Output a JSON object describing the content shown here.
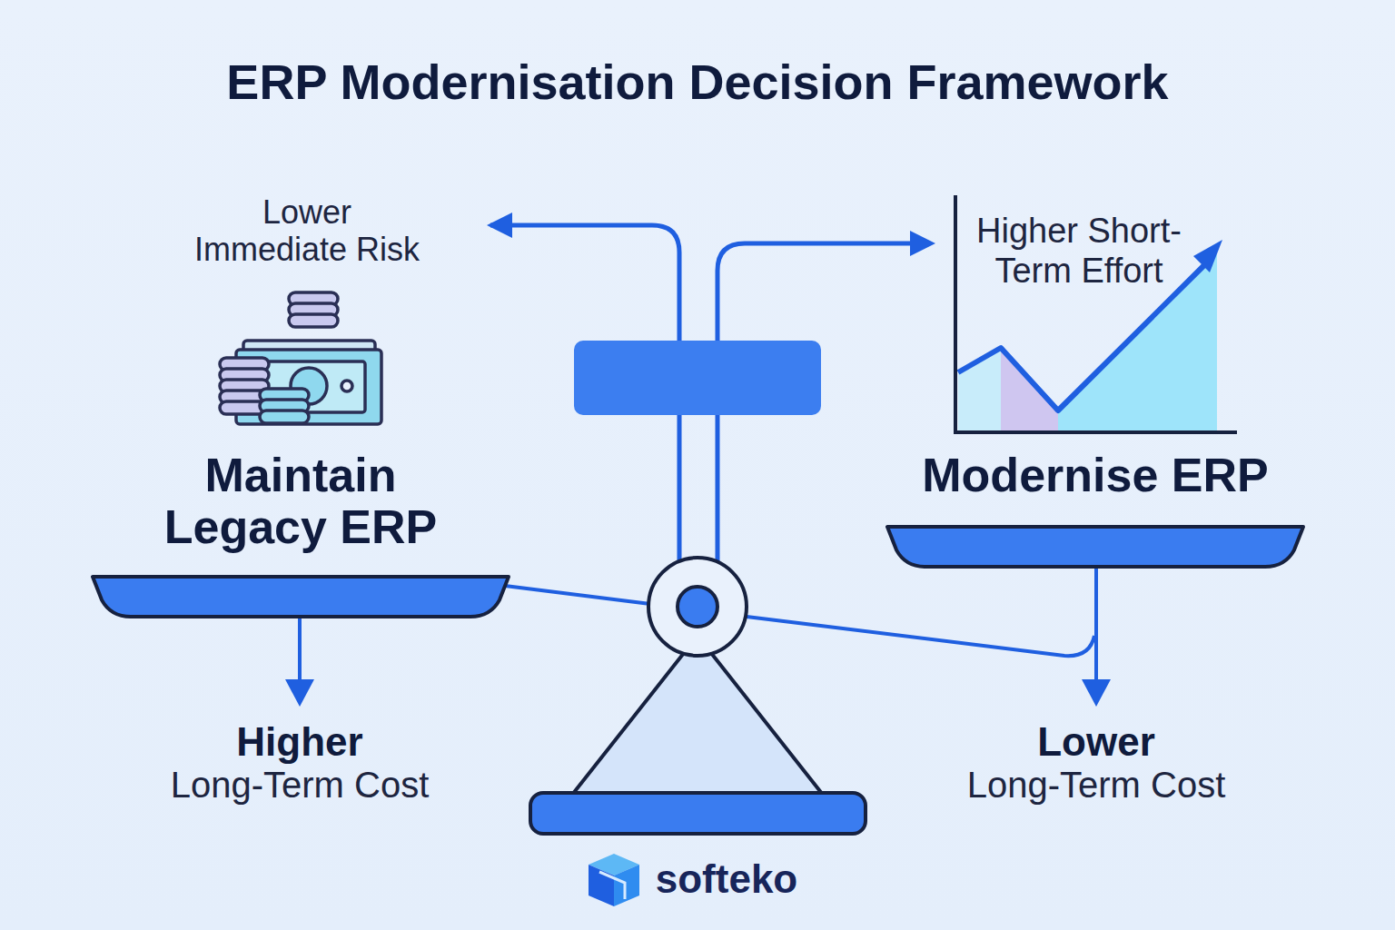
{
  "diagram": {
    "title": "ERP Modernisation Decision Framework",
    "nodes": [
      {
        "text": [
          "Maintain Legacy ERP"
        ]
      },
      {
        "text": [
          "Modernise ERP"
        ]
      }
    ],
    "labels": [
      "Lower Immediate Risk",
      "Higher Short-Term Effort",
      "Higher",
      "Long-Term Cost",
      "Lower",
      "Long-Term Cost",
      "softeko"
    ]
  }
}
